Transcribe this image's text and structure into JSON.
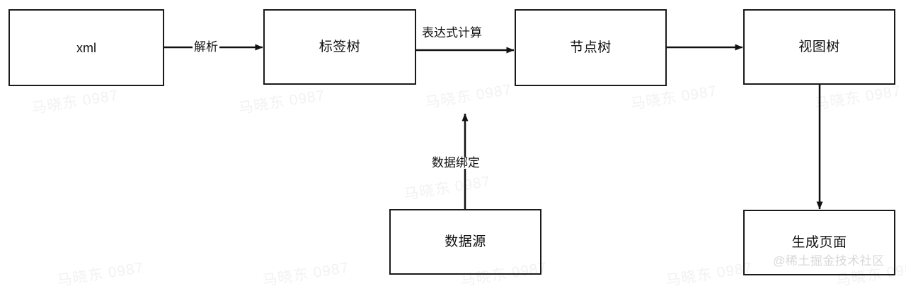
{
  "diagram": {
    "title": "XML rendering pipeline flowchart",
    "background_color": "#ffffff",
    "stroke_color": "#1a1a1a",
    "text_color": "#111111",
    "nodes": [
      {
        "id": "xml",
        "label": "xml",
        "script": "latin"
      },
      {
        "id": "tag_tree",
        "label": "标签树",
        "script": "cjk"
      },
      {
        "id": "node_tree",
        "label": "节点树",
        "script": "cjk"
      },
      {
        "id": "view_tree",
        "label": "视图树",
        "script": "cjk"
      },
      {
        "id": "data_src",
        "label": "数据源",
        "script": "cjk"
      },
      {
        "id": "gen_page",
        "label": "生成页面",
        "script": "cjk"
      }
    ],
    "edges": [
      {
        "from": "xml",
        "to": "tag_tree",
        "label": "解析"
      },
      {
        "from": "tag_tree",
        "to": "node_tree",
        "label": "表达式计算"
      },
      {
        "from": "node_tree",
        "to": "view_tree",
        "label": ""
      },
      {
        "from": "data_src",
        "to": "tag_tree",
        "label": "数据绑定"
      },
      {
        "from": "view_tree",
        "to": "gen_page",
        "label": ""
      }
    ]
  },
  "watermark": {
    "tile_text": "马晓东 0987",
    "tile_color": "#f2f2f2",
    "brand_text": "@稀土掘金技术社区",
    "brand_color": "#d8d8d8"
  }
}
